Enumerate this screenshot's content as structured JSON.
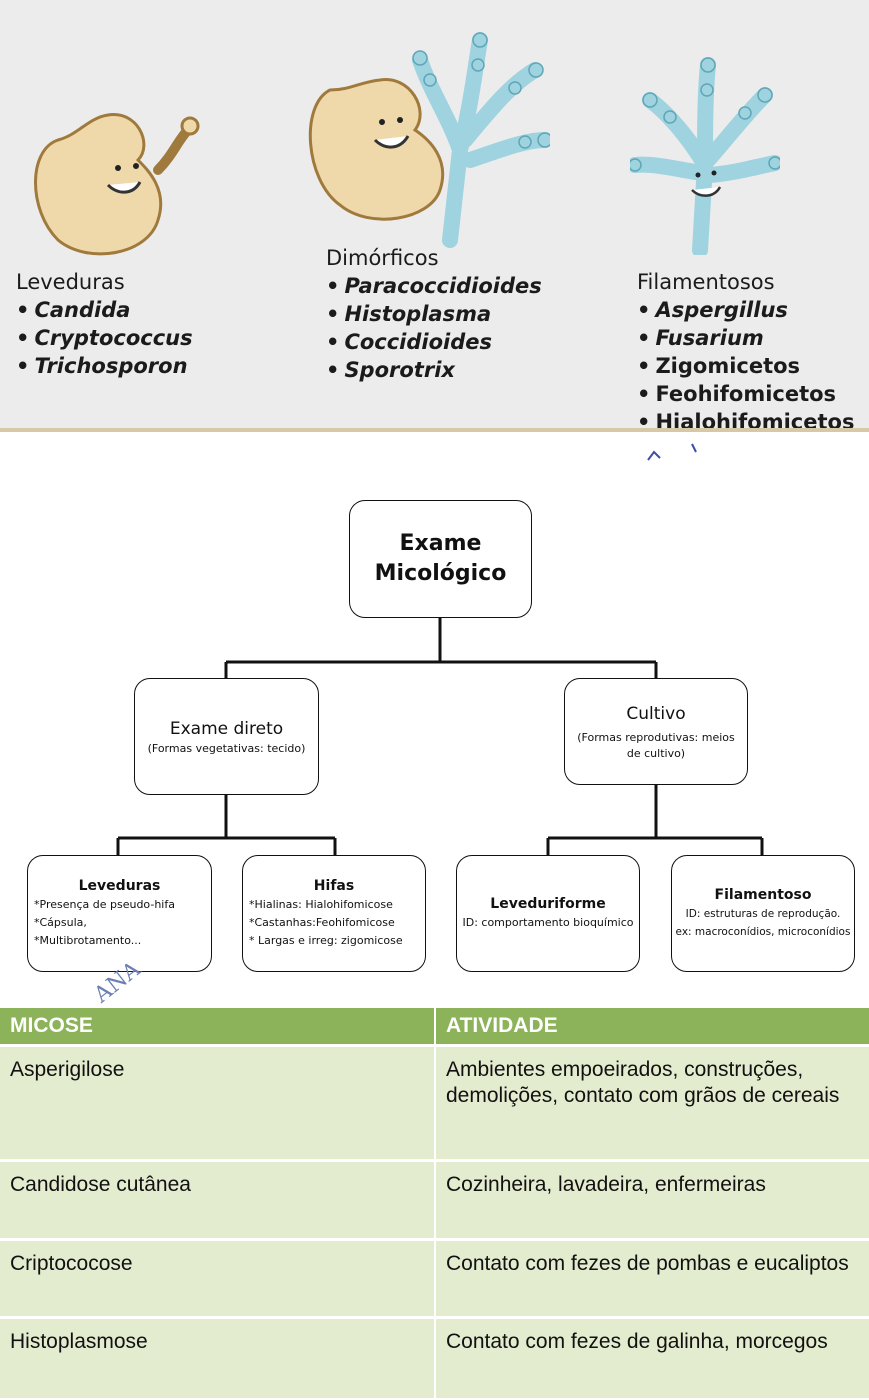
{
  "groups": [
    {
      "title": "Leveduras",
      "items": [
        "Candida",
        "Cryptococcus",
        "Trichosporon"
      ]
    },
    {
      "title": "Dimórficos",
      "items": [
        "Paracoccidioides",
        "Histoplasma",
        "Coccidioides",
        "Sporotrix"
      ]
    },
    {
      "title": "Filamentosos",
      "items": [
        "Aspergillus",
        "Fusarium",
        "Zigomicetos",
        "Feohifomicetos",
        "Hialohifomicetos"
      ]
    }
  ],
  "bullet": "•",
  "flowchart": {
    "root": {
      "line1": "Exame",
      "line2": "Micológico"
    },
    "direct": {
      "title": "Exame direto",
      "sub": "(Formas vegetativas: tecido)"
    },
    "culture": {
      "title": "Cultivo",
      "sub1": "(Formas reprodutivas: meios",
      "sub2": "de cultivo)"
    },
    "yeasts": {
      "title": "Leveduras",
      "lines": [
        "*Presença de pseudo-hifa",
        "*Cápsula,",
        "*Multibrotamento..."
      ]
    },
    "hyphae": {
      "title": "Hifas",
      "lines": [
        "*Hialinas: Hialohifomicose",
        "*Castanhas:Feohifomicose",
        "* Largas e irreg: zigomicose"
      ]
    },
    "yeastlike": {
      "title": "Leveduriforme",
      "lines": [
        "ID:  comportamento bioquímico"
      ]
    },
    "filamentous": {
      "title": "Filamentoso",
      "lines": [
        "ID: estruturas de reprodução.",
        "ex: macroconídios, microconídios"
      ]
    }
  },
  "watermark": "ANA",
  "table": {
    "headers": [
      "MICOSE",
      "ATIVIDADE"
    ],
    "rows": [
      {
        "micose": "Asperigilose",
        "atividade": "Ambientes empoeirados, construções, demolições, contato com grãos de cereais"
      },
      {
        "micose": "Candidose cutânea",
        "atividade": "Cozinheira, lavadeira, enfermeiras"
      },
      {
        "micose": "Criptococose",
        "atividade": "Contato com fezes de pombas e eucaliptos"
      },
      {
        "micose": "Histoplasmose",
        "atividade": "Contato com fezes de galinha, morcegos"
      }
    ],
    "colors": {
      "header": "#8cb359",
      "row": "#e4eccf"
    }
  },
  "icons": [
    "yeast-cartoon-icon",
    "mold-cartoon-icon"
  ]
}
